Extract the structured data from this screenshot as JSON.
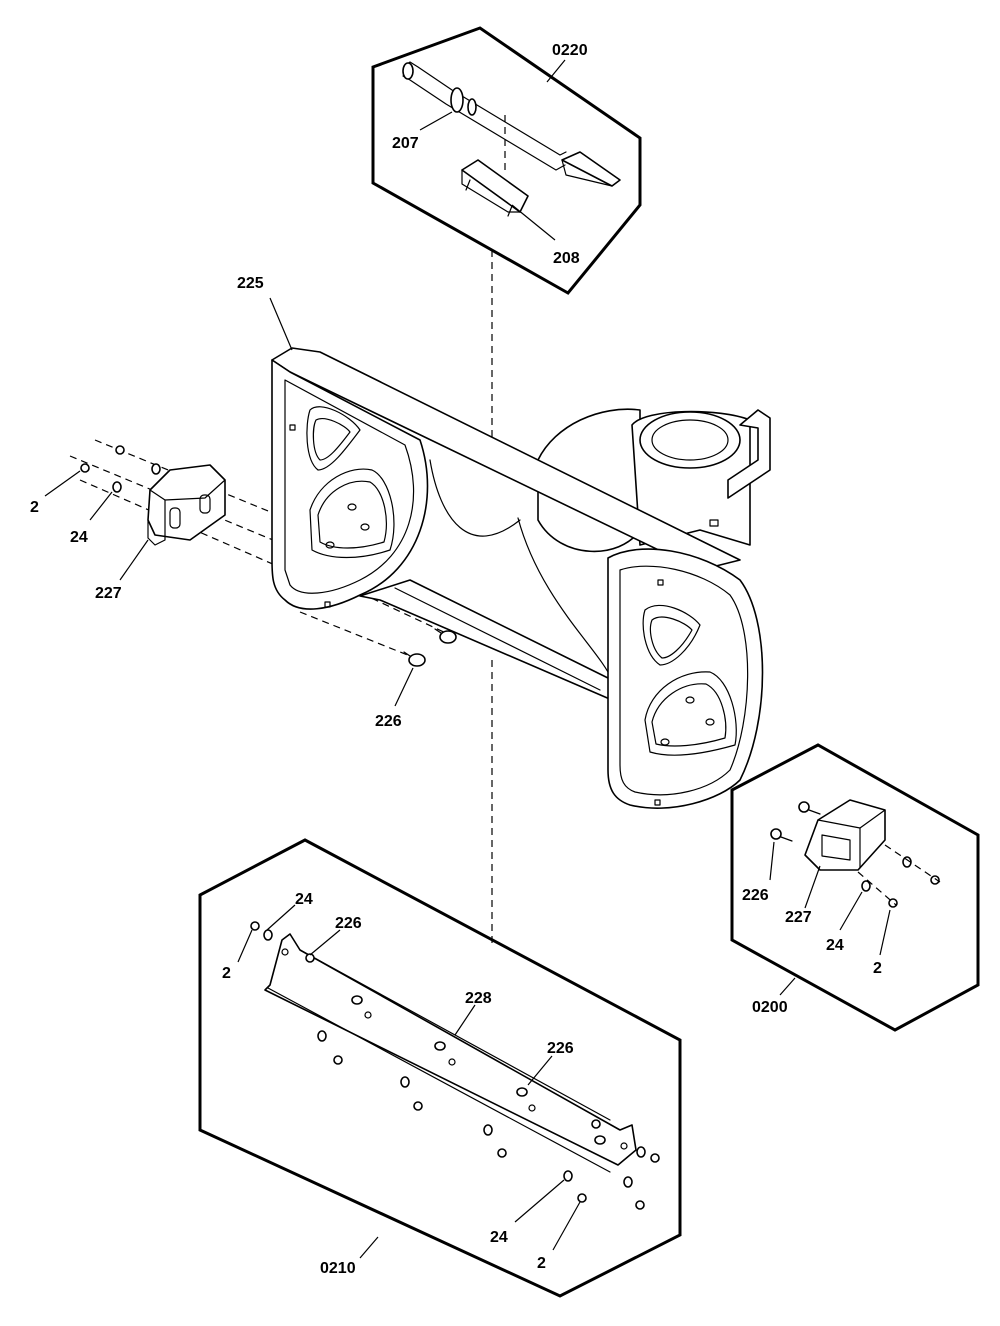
{
  "callouts": {
    "kit_0220": "0220",
    "p207": "207",
    "p208": "208",
    "p225": "225",
    "p2_left": "2",
    "p24_left": "24",
    "p227_left": "227",
    "p226_mid": "226",
    "kit_0200": "0200",
    "p226_kit0200": "226",
    "p227_kit0200": "227",
    "p24_kit0200": "24",
    "p2_kit0200": "2",
    "kit_0210": "0210",
    "p24_kit0210_top": "24",
    "p226_kit0210_top": "226",
    "p2_kit0210_top": "2",
    "p228": "228",
    "p226_kit0210_right": "226",
    "p24_kit0210_bottom": "24",
    "p2_kit0210_bottom": "2"
  }
}
